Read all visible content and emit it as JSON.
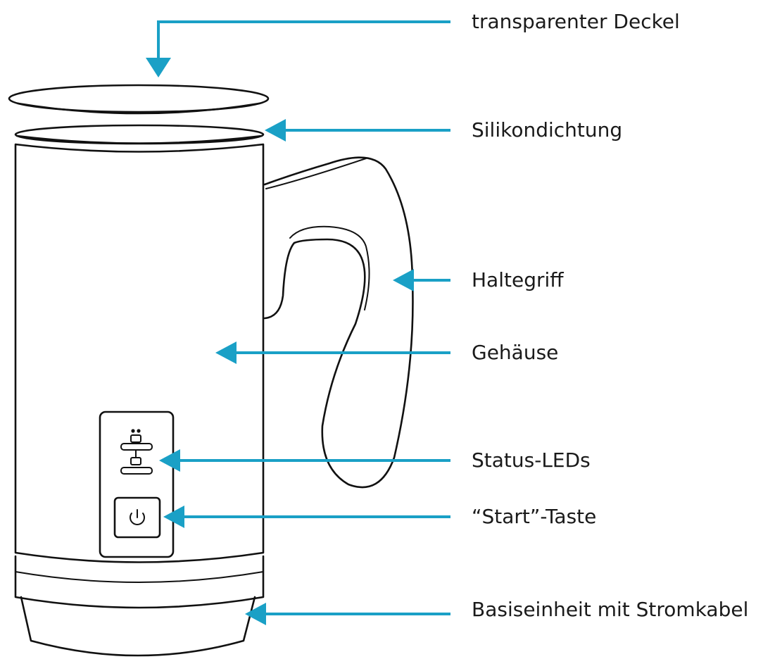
{
  "labels": {
    "lid": "transparenter Deckel",
    "seal": "Silikondichtung",
    "handle": "Haltegriff",
    "housing": "Gehäuse",
    "leds": "Status-LEDs",
    "start": "“Start”-Taste",
    "base": "Basiseinheit mit Stromkabel"
  },
  "colors": {
    "arrow": "#1aa0c6",
    "outline": "#111111",
    "text": "#1a1a1a"
  },
  "icons": {
    "power": "power-icon",
    "led_foam": "foam-led-icon",
    "led_heat": "heat-led-icon"
  }
}
